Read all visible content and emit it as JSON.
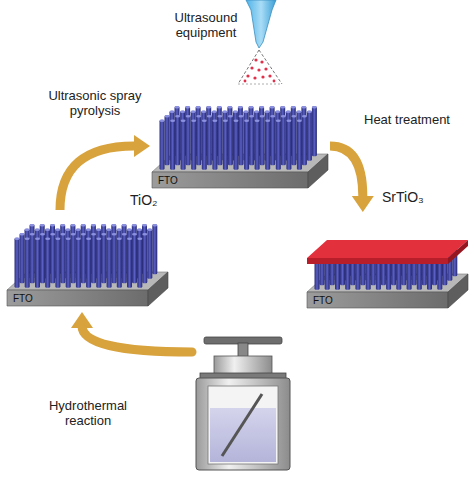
{
  "diagram": {
    "nodes": [
      {
        "text": [
          "FTO"
        ]
      },
      {
        "text": [
          "FTO"
        ]
      },
      {
        "text": [
          "FTO"
        ]
      }
    ],
    "edges": [
      {
        "from": 0,
        "to": 1,
        "arrow": "to",
        "label": "Ultrasonic spray pyrolysis"
      },
      {
        "from": 1,
        "to": 2,
        "arrow": "to",
        "label": "Heat treatment"
      }
    ],
    "labels": [
      "Ultrasound equipment",
      "TiO₂",
      "SrTiO₃",
      "Hydrothermal reaction"
    ]
  }
}
